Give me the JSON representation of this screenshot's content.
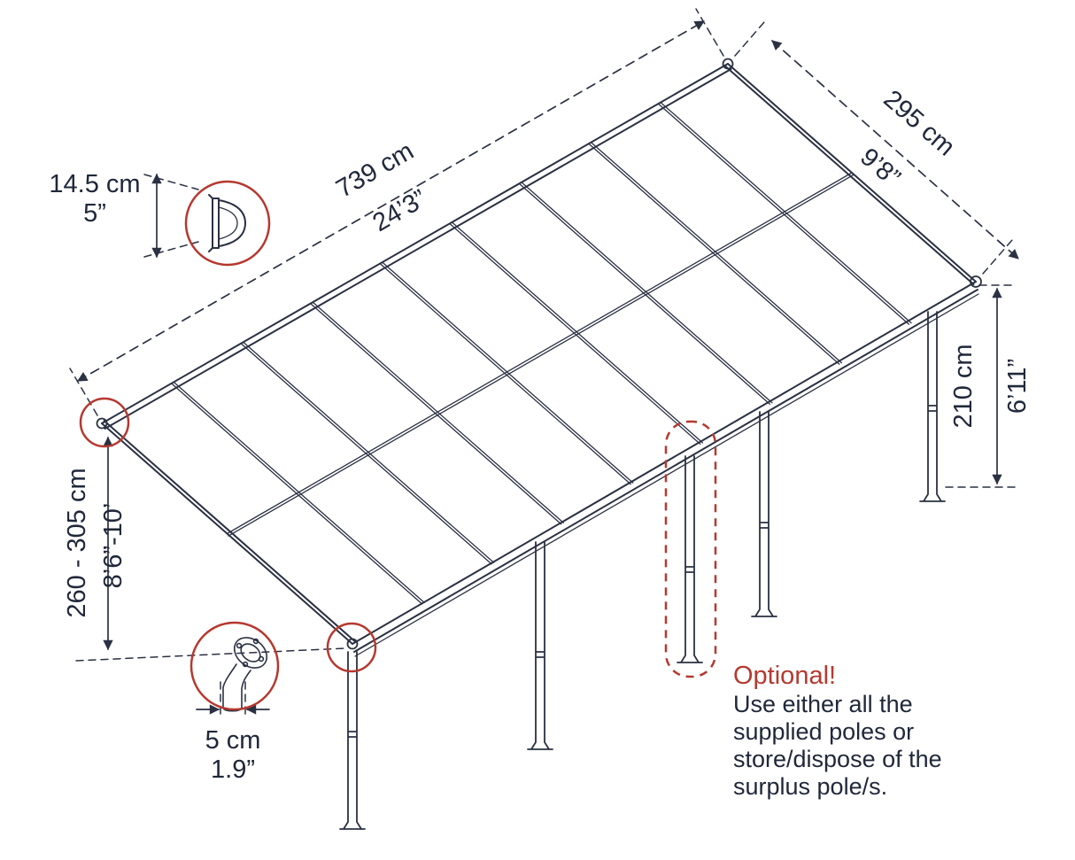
{
  "diagram": {
    "type": "patio-cover-dimension-drawing",
    "colors": {
      "line_color": "#2a3142",
      "accent_color": "#b5392f",
      "text_color": "#20283a"
    },
    "labels": {
      "length_metric": "739 cm",
      "length_imperial": "24’3”",
      "width_metric": "295 cm",
      "width_imperial": "9’8”",
      "height_right_metric": "210 cm",
      "height_right_imperial": "6’11”",
      "height_left_metric": "260 - 305 cm",
      "height_left_imperial": "8’6”-10’",
      "bracket_metric": "14.5 cm",
      "bracket_imperial": "5”",
      "pole_metric": "5 cm",
      "pole_imperial": "1.9”"
    },
    "note": {
      "title": "Optional!",
      "lines": [
        "Use either all the",
        "supplied poles or",
        "store/dispose of the",
        "surplus pole/s."
      ]
    }
  }
}
